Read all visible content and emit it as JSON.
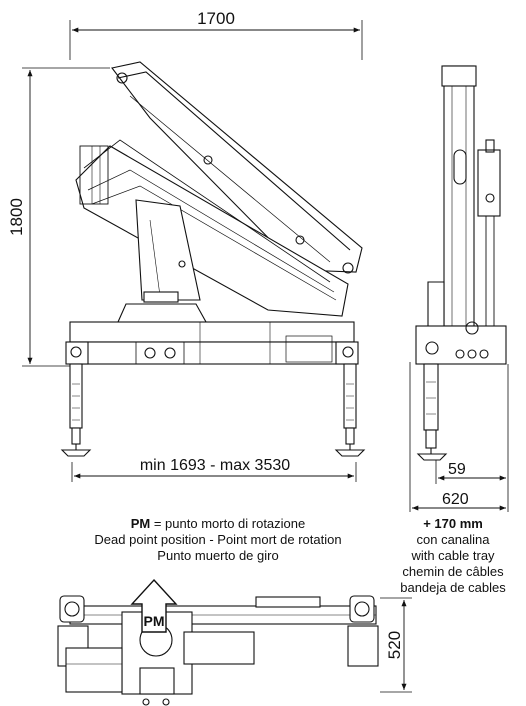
{
  "dimensions": {
    "overall_width": "1700",
    "overall_height": "1800",
    "stabilizer_span": "min 1693 - max 3530",
    "side_inner": "59",
    "side_width": "620",
    "top_view_width": "520"
  },
  "top_view_marker": "PM",
  "caption_left": {
    "pm_bold": "PM",
    "pm_rest": " = punto morto di rotazione",
    "line2": "Dead point position - Point mort de rotation",
    "line3": "Punto muerto de giro"
  },
  "caption_right": {
    "line1": "+ 170 mm",
    "line2": "con canalina",
    "line3": "with cable tray",
    "line4": "chemin de câbles",
    "line5": "bandeja de cables"
  }
}
